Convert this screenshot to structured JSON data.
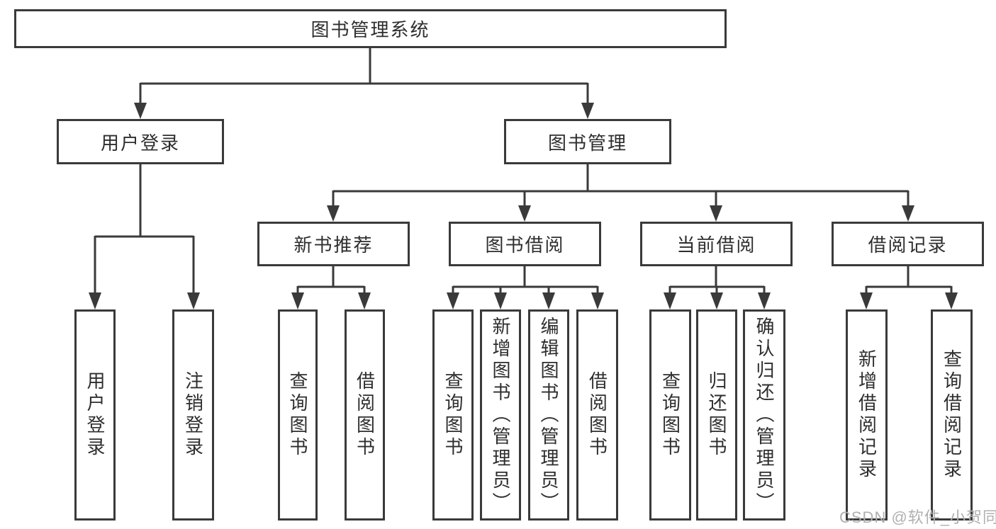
{
  "diagram": {
    "type": "tree",
    "title": "图书管理系统",
    "watermark": "CSDN @软件_小贺同学",
    "colors": {
      "line": "#3a3a3a",
      "box_border": "#3a3a3a",
      "box_background": "#ffffff",
      "text": "#2e2e2e",
      "watermark": "#b0b0b0",
      "background": "#ffffff"
    },
    "nodes": {
      "root": {
        "label": "图书管理系统"
      },
      "user_login": {
        "label": "用户登录"
      },
      "book_mgmt": {
        "label": "图书管理"
      },
      "new_books": {
        "label": "新书推荐"
      },
      "book_borrow": {
        "label": "图书借阅"
      },
      "current_borrow": {
        "label": "当前借阅"
      },
      "borrow_records": {
        "label": "借阅记录"
      },
      "leaf_user_login": {
        "label": "用户登录"
      },
      "leaf_logout": {
        "label": "注销登录"
      },
      "leaf_query_books_new": {
        "label": "查询图书"
      },
      "leaf_borrow_books_new": {
        "label": "借阅图书"
      },
      "leaf_query_books_borrow": {
        "label": "查询图书"
      },
      "leaf_add_books_admin": {
        "label": "新增图书（管理员）"
      },
      "leaf_edit_books_admin": {
        "label": "编辑图书（管理员）"
      },
      "leaf_borrow_books_borrow": {
        "label": "借阅图书"
      },
      "leaf_query_books_current": {
        "label": "查询图书"
      },
      "leaf_return_books": {
        "label": "归还图书"
      },
      "leaf_confirm_return_admin": {
        "label": "确认归还（管理员）"
      },
      "leaf_add_borrow_record": {
        "label": "新增借阅记录"
      },
      "leaf_query_borrow_record": {
        "label": "查询借阅记录"
      }
    },
    "hierarchy": {
      "图书管理系统": {
        "用户登录": [
          "用户登录",
          "注销登录"
        ],
        "图书管理": {
          "新书推荐": [
            "查询图书",
            "借阅图书"
          ],
          "图书借阅": [
            "查询图书",
            "新增图书（管理员）",
            "编辑图书（管理员）",
            "借阅图书"
          ],
          "当前借阅": [
            "查询图书",
            "归还图书",
            "确认归还（管理员）"
          ],
          "借阅记录": [
            "新增借阅记录",
            "查询借阅记录"
          ]
        }
      }
    }
  }
}
